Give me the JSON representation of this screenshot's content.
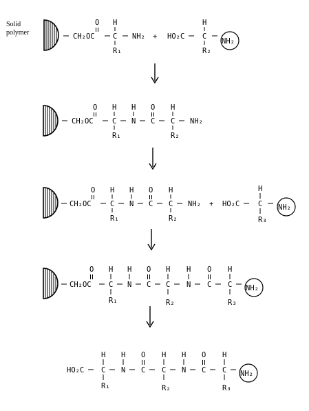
{
  "label": {
    "line1": "Solid",
    "line2": "polymer"
  },
  "step1": {
    "resin_ester": "CH₂OC",
    "carbonyl_o": "O",
    "alpha_h": "H",
    "alpha_c": "C",
    "r1": "R₁",
    "amine": "NH₂",
    "plus": "+",
    "acid": "HO₂C",
    "aa2_h": "H",
    "aa2_c": "C",
    "r2": "R₂",
    "protected_amine": "NH₂"
  },
  "step2": {
    "resin_ester": "CH₂OC",
    "o1": "O",
    "h1": "H",
    "c1": "C",
    "r1": "R₁",
    "nh_h": "H",
    "n": "N",
    "o2": "O",
    "c_co": "C",
    "h2": "H",
    "c2": "C",
    "r2": "R₂",
    "amine": "NH₂"
  },
  "step3": {
    "resin_ester": "CH₂OC",
    "o1": "O",
    "h1": "H",
    "c1": "C",
    "r1": "R₁",
    "nh_h": "H",
    "n": "N",
    "o2": "O",
    "c_co": "C",
    "h2": "H",
    "c2": "C",
    "r2": "R₂",
    "amine": "NH₂",
    "plus": "+",
    "acid": "HO₂C",
    "aa3_h": "H",
    "aa3_c": "C",
    "r3": "R₃",
    "protected_amine": "NH₂"
  },
  "step4": {
    "resin_ester": "CH₂OC",
    "o1": "O",
    "h1": "H",
    "c1": "C",
    "r1": "R₁",
    "nh1_h": "H",
    "n1": "N",
    "o2": "O",
    "c_co1": "C",
    "h2": "H",
    "c2": "C",
    "r2": "R₂",
    "nh2_h": "H",
    "n2": "N",
    "o3": "O",
    "c_co2": "C",
    "h3": "H",
    "c3": "C",
    "r3": "R₃",
    "protected_amine": "NH₂"
  },
  "step5": {
    "acid": "HO₂C",
    "h1": "H",
    "c1": "C",
    "r1": "R₁",
    "nh1_h": "H",
    "n1": "N",
    "o2": "O",
    "c_co1": "C",
    "h2": "H",
    "c2": "C",
    "r2": "R₂",
    "nh2_h": "H",
    "n2": "N",
    "o3": "O",
    "c_co2": "C",
    "h3": "H",
    "c3": "C",
    "r3": "R₃",
    "protected_amine": "NH₂"
  }
}
